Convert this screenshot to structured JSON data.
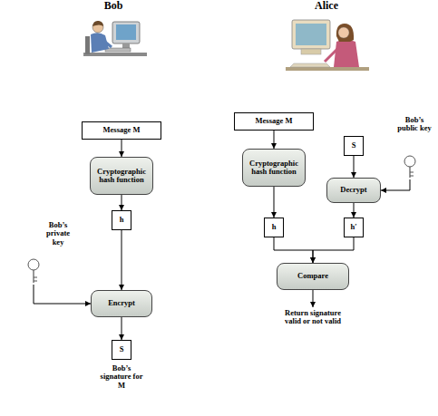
{
  "diagram": {
    "nodes": [
      {
        "text": [
          "Message M"
        ]
      },
      {
        "text": [
          "Cryptographic hash function"
        ]
      },
      {
        "text": [
          "h"
        ]
      },
      {
        "text": [
          "Encrypt"
        ]
      },
      {
        "text": [
          "S"
        ]
      },
      {
        "text": [
          "Message M"
        ]
      },
      {
        "text": [
          "S"
        ]
      },
      {
        "text": [
          "Cryptographic hash function"
        ]
      },
      {
        "text": [
          "Decrypt"
        ]
      },
      {
        "text": [
          "h"
        ]
      },
      {
        "text": [
          "h′"
        ]
      },
      {
        "text": [
          "Compare"
        ]
      }
    ],
    "edges": [
      {
        "from": 0,
        "to": 1,
        "arrow": "to"
      },
      {
        "from": 1,
        "to": 2,
        "arrow": "to"
      },
      {
        "from": 2,
        "to": 3,
        "arrow": "to"
      },
      {
        "from": 3,
        "to": 4,
        "arrow": "to"
      },
      {
        "from": 5,
        "to": 7,
        "arrow": "to"
      },
      {
        "from": 6,
        "to": 8,
        "arrow": "to"
      },
      {
        "from": 7,
        "to": 9,
        "arrow": "to"
      },
      {
        "from": 8,
        "to": 10,
        "arrow": "to"
      },
      {
        "from": 9,
        "to": 11,
        "arrow": "to"
      },
      {
        "from": 10,
        "to": 11,
        "arrow": "to"
      }
    ],
    "labels": [
      "Bob",
      "Alice",
      "Bob’s private key",
      "Bob’s signature for M",
      "Bob’s public key",
      "Return signature valid or not valid"
    ]
  }
}
